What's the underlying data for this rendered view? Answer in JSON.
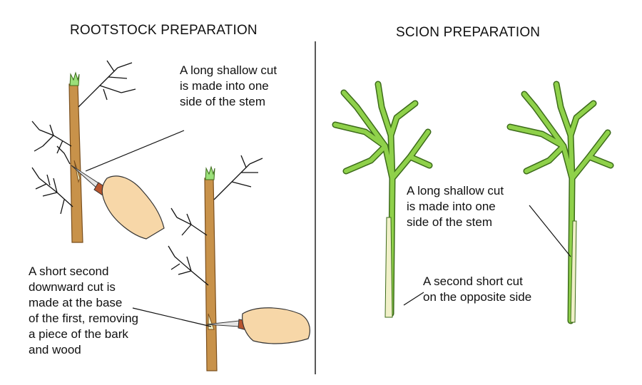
{
  "panels": {
    "left_title": "ROOTSTOCK PREPARATION",
    "right_title": "SCION PREPARATION"
  },
  "annotations": {
    "rootstock_long_cut": "A long shallow cut\nis made into one\nside of the stem",
    "rootstock_second_cut": "A short second\ndownward cut is\nmade at the base\nof the first, removing\na piece of the bark\nand wood",
    "scion_long_cut": "A long shallow cut\nis made into one\nside of the stem",
    "scion_second_cut": "A second short cut\non the opposite side"
  },
  "colors": {
    "bark": "#c8924a",
    "bark_dark": "#7a4f1e",
    "scion_green": "#8fd14a",
    "scion_outline": "#3c6b1a",
    "bud": "#9be07a",
    "skin": "#f7d7a8",
    "knife_handle": "#b8552e",
    "cut_face": "#f0f0c8"
  }
}
